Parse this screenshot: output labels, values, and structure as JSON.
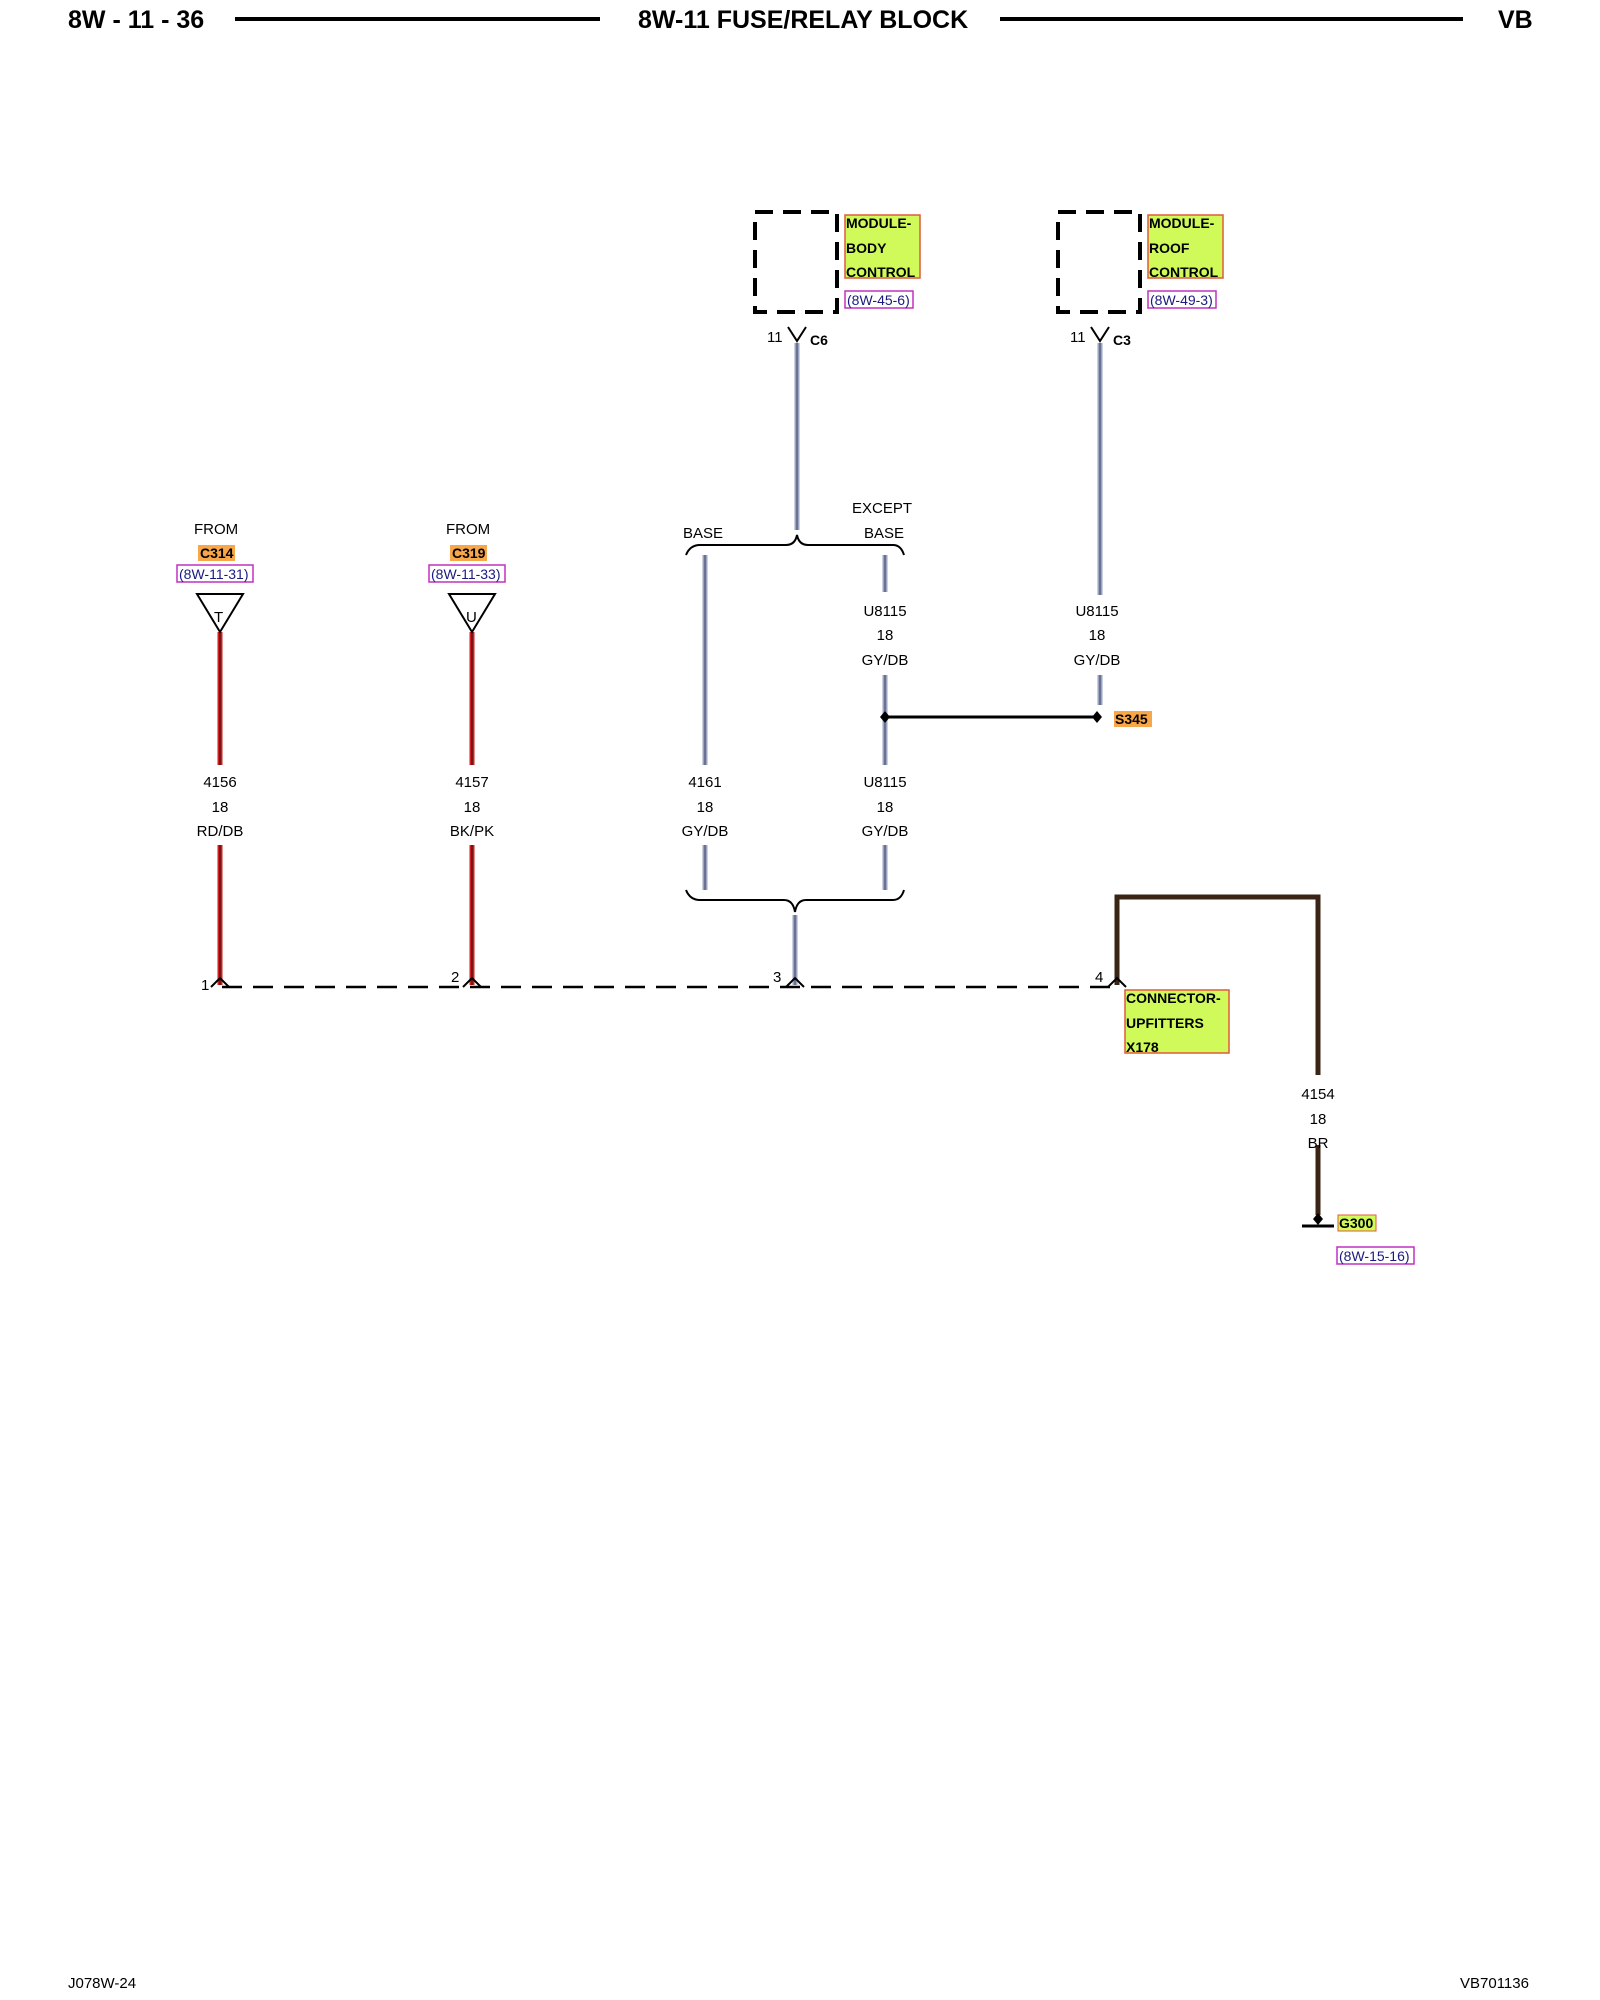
{
  "header": {
    "page_number": "8W - 11 - 36",
    "title": "8W-11 FUSE/RELAY BLOCK",
    "model": "VB"
  },
  "footer": {
    "left_code": "J078W-24",
    "right_code": "VB701136"
  },
  "colors": {
    "wire_red": "#cc1f1f",
    "wire_gray": "#9aa3c0",
    "wire_brown": "#3a2415",
    "component_fill": "#cffa5a",
    "component_border": "#e05a3a",
    "ref_border": "#c030c0",
    "splice_fill": "#f7a64a"
  },
  "modules": [
    {
      "lines": [
        "MODULE-",
        "BODY",
        "CONTROL"
      ],
      "ref": "(8W-45-6)",
      "pin": "11",
      "connector": "C6"
    },
    {
      "lines": [
        "MODULE-",
        "ROOF",
        "CONTROL"
      ],
      "ref": "(8W-49-3)",
      "pin": "11",
      "connector": "C3"
    }
  ],
  "from_connectors": [
    {
      "from": "FROM",
      "name": "C314",
      "ref": "(8W-11-31)",
      "letter": "T"
    },
    {
      "from": "FROM",
      "name": "C319",
      "ref": "(8W-11-33)",
      "letter": "U"
    }
  ],
  "options": {
    "base": "BASE",
    "except_line1": "EXCEPT",
    "except_line2": "BASE"
  },
  "upper_wires": [
    {
      "circuit": "U8115",
      "gauge": "18",
      "color": "GY/DB"
    },
    {
      "circuit": "U8115",
      "gauge": "18",
      "color": "GY/DB"
    }
  ],
  "splice": {
    "name": "S345"
  },
  "lower_wires": [
    {
      "circuit": "4156",
      "gauge": "18",
      "color": "RD/DB"
    },
    {
      "circuit": "4157",
      "gauge": "18",
      "color": "BK/PK"
    },
    {
      "circuit": "4161",
      "gauge": "18",
      "color": "GY/DB"
    },
    {
      "circuit": "U8115",
      "gauge": "18",
      "color": "GY/DB"
    }
  ],
  "connector_pins": [
    "1",
    "2",
    "3",
    "4"
  ],
  "connector": {
    "lines": [
      "CONNECTOR-",
      "UPFITTERS",
      "X178"
    ]
  },
  "ground_wire": {
    "circuit": "4154",
    "gauge": "18",
    "color": "BR"
  },
  "ground": {
    "name": "G300",
    "ref": "(8W-15-16)"
  }
}
